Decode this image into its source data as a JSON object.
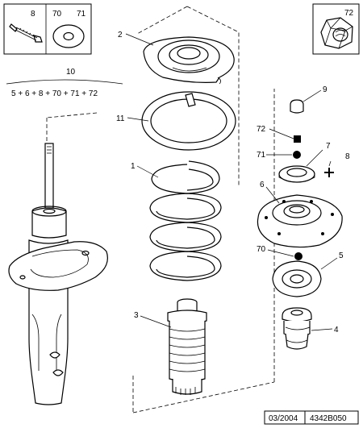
{
  "header_box": {
    "labels": [
      "8",
      "70",
      "71"
    ],
    "nut_label": "72"
  },
  "kit": {
    "label": "10",
    "formula": "5 + 6 + 8 + 70 + 71 + 72"
  },
  "callouts": {
    "c1": "1",
    "c2": "2",
    "c3": "3",
    "c4": "4",
    "c5": "5",
    "c6": "6",
    "c7": "7",
    "c8": "8",
    "c9": "9",
    "c11": "11",
    "c70": "70",
    "c71": "71",
    "c72": "72"
  },
  "footer": {
    "date": "03/2004",
    "code": "4342B050"
  }
}
